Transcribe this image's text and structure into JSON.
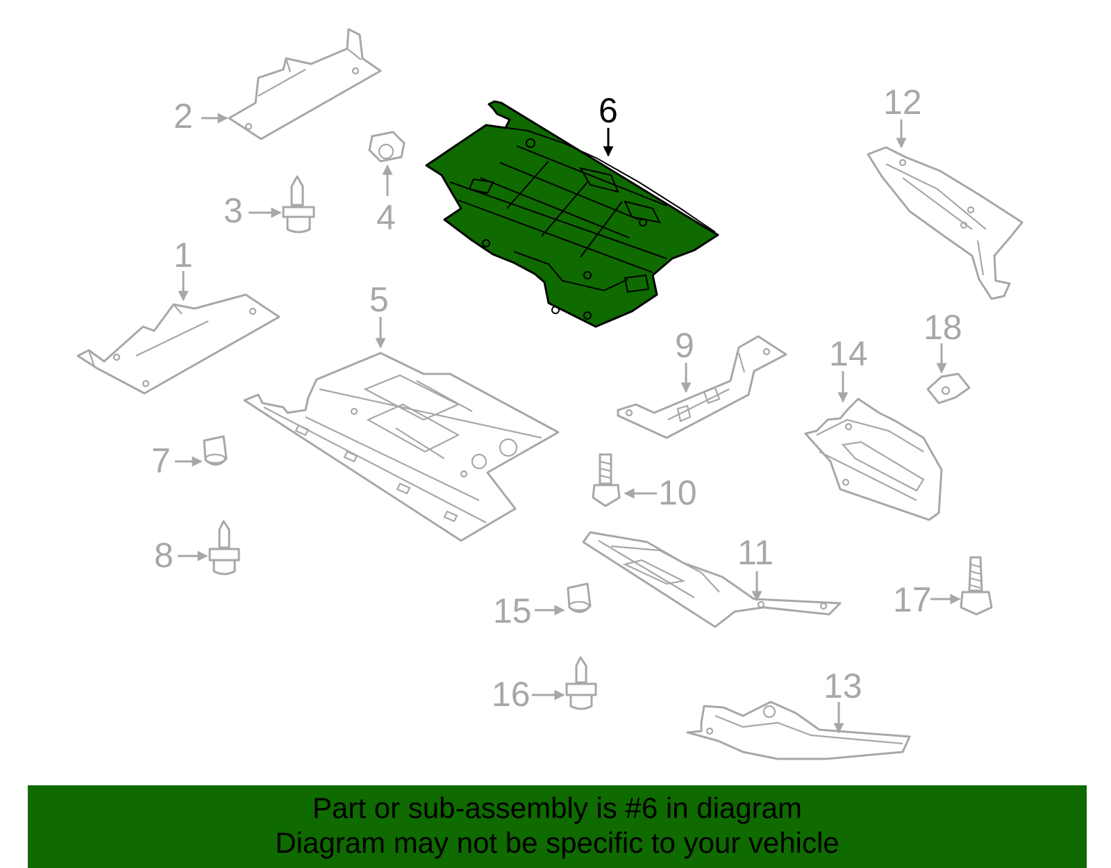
{
  "colors": {
    "highlight": "#0f6a00",
    "outline": "#a7a7a7",
    "banner": "#0f6a00",
    "highlight_outline": "#000000"
  },
  "highlighted_part": "6",
  "callouts": [
    "1",
    "2",
    "3",
    "4",
    "5",
    "6",
    "7",
    "8",
    "9",
    "10",
    "11",
    "12",
    "13",
    "14",
    "15",
    "16",
    "17",
    "18"
  ],
  "banner": {
    "line1": "Part or sub-assembly is #6 in diagram",
    "line2": "Diagram may not be specific to your vehicle"
  }
}
